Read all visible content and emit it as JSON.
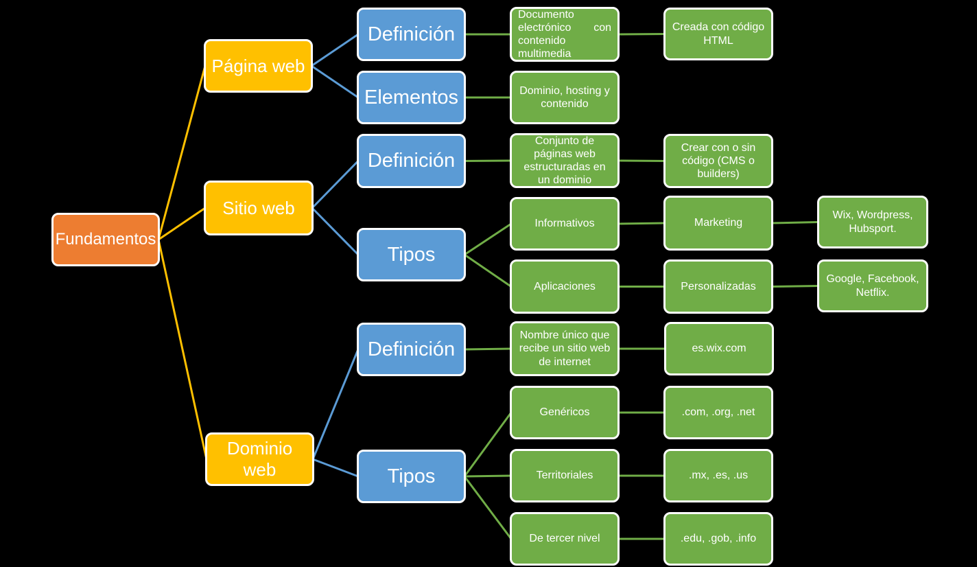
{
  "diagram": {
    "background": "#000000",
    "colors": {
      "orange": "#ED7D31",
      "yellow": "#FFC000",
      "blue": "#5B9BD5",
      "green": "#70AD47",
      "border": "#FFFFFF",
      "text": "#FFFFFF"
    },
    "nodes": {
      "fundamentos": "Fundamentos",
      "pagina_web": "Página web",
      "pagina_definicion": "Definición",
      "pagina_definicion_desc": "Documento electrónico con contenido multimedia",
      "pagina_definicion_detail": "Creada con código HTML",
      "pagina_elementos": "Elementos",
      "pagina_elementos_desc": "Dominio, hosting y contenido",
      "sitio_web": "Sitio web",
      "sitio_definicion": "Definición",
      "sitio_definicion_desc": "Conjunto de páginas web estructuradas en un dominio",
      "sitio_definicion_detail": "Crear con o sin código (CMS o builders)",
      "sitio_tipos": "Tipos",
      "tipo_informativos": "Informativos",
      "tipo_informativos_detail": "Marketing",
      "tipo_informativos_examples": "Wix, Wordpress, Hubsport.",
      "tipo_aplicaciones": "Aplicaciones",
      "tipo_aplicaciones_detail": "Personalizadas",
      "tipo_aplicaciones_examples": "Google, Facebook, Netflix.",
      "dominio_web": "Dominio web",
      "dominio_definicion": "Definición",
      "dominio_definicion_desc": "Nombre único que recibe un sitio web de internet",
      "dominio_definicion_detail": "es.wix.com",
      "dominio_tipos": "Tipos",
      "tipo_genericos": "Genéricos",
      "tipo_genericos_examples": ".com, .org, .net",
      "tipo_territoriales": "Territoriales",
      "tipo_territoriales_examples": ".mx, .es, .us",
      "tipo_tercer_nivel": "De tercer nivel",
      "tipo_tercer_nivel_examples": ".edu, .gob, .info"
    },
    "edges": [
      {
        "from": "fundamentos",
        "to": "pagina_web",
        "color": "yellow"
      },
      {
        "from": "fundamentos",
        "to": "sitio_web",
        "color": "yellow"
      },
      {
        "from": "fundamentos",
        "to": "dominio_web",
        "color": "yellow"
      },
      {
        "from": "pagina_web",
        "to": "pagina_definicion",
        "color": "blue"
      },
      {
        "from": "pagina_web",
        "to": "pagina_elementos",
        "color": "blue"
      },
      {
        "from": "sitio_web",
        "to": "sitio_definicion",
        "color": "blue"
      },
      {
        "from": "sitio_web",
        "to": "sitio_tipos",
        "color": "blue"
      },
      {
        "from": "dominio_web",
        "to": "dominio_definicion",
        "color": "blue"
      },
      {
        "from": "dominio_web",
        "to": "dominio_tipos",
        "color": "blue"
      },
      {
        "from": "pagina_definicion",
        "to": "pagina_definicion_desc",
        "color": "green"
      },
      {
        "from": "pagina_definicion_desc",
        "to": "pagina_definicion_detail",
        "color": "green"
      },
      {
        "from": "pagina_elementos",
        "to": "pagina_elementos_desc",
        "color": "green"
      },
      {
        "from": "sitio_definicion",
        "to": "sitio_definicion_desc",
        "color": "green"
      },
      {
        "from": "sitio_definicion_desc",
        "to": "sitio_definicion_detail",
        "color": "green"
      },
      {
        "from": "sitio_tipos",
        "to": "tipo_informativos",
        "color": "green"
      },
      {
        "from": "sitio_tipos",
        "to": "tipo_aplicaciones",
        "color": "green"
      },
      {
        "from": "tipo_informativos",
        "to": "tipo_informativos_detail",
        "color": "green"
      },
      {
        "from": "tipo_informativos_detail",
        "to": "tipo_informativos_examples",
        "color": "green"
      },
      {
        "from": "tipo_aplicaciones",
        "to": "tipo_aplicaciones_detail",
        "color": "green"
      },
      {
        "from": "tipo_aplicaciones_detail",
        "to": "tipo_aplicaciones_examples",
        "color": "green"
      },
      {
        "from": "dominio_definicion",
        "to": "dominio_definicion_desc",
        "color": "green"
      },
      {
        "from": "dominio_definicion_desc",
        "to": "dominio_definicion_detail",
        "color": "green"
      },
      {
        "from": "dominio_tipos",
        "to": "tipo_genericos",
        "color": "green"
      },
      {
        "from": "dominio_tipos",
        "to": "tipo_territoriales",
        "color": "green"
      },
      {
        "from": "dominio_tipos",
        "to": "tipo_tercer_nivel",
        "color": "green"
      },
      {
        "from": "tipo_genericos",
        "to": "tipo_genericos_examples",
        "color": "green"
      },
      {
        "from": "tipo_territoriales",
        "to": "tipo_territoriales_examples",
        "color": "green"
      },
      {
        "from": "tipo_tercer_nivel",
        "to": "tipo_tercer_nivel_examples",
        "color": "green"
      }
    ]
  }
}
